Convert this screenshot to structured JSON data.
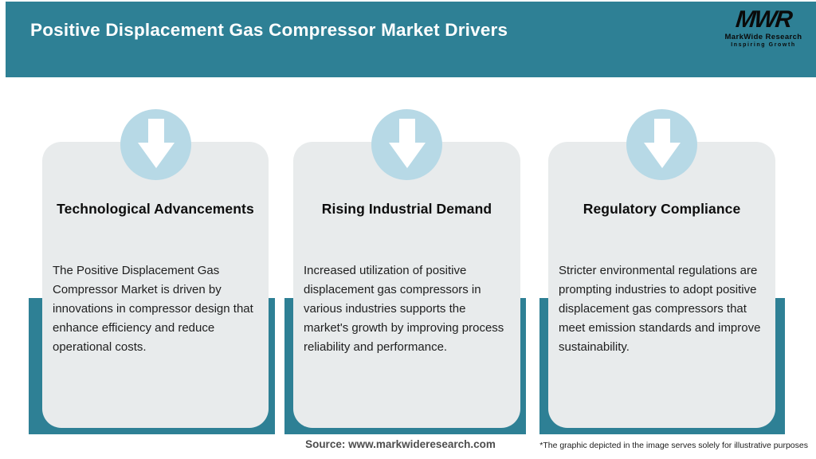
{
  "header": {
    "title": "Positive Displacement Gas Compressor Market Drivers",
    "logo": {
      "acronym": "MWR",
      "name": "MarkWide Research",
      "tagline": "Inspiring Growth"
    }
  },
  "cards": [
    {
      "title": "Technological Advancements",
      "body": "The Positive Displacement Gas Compressor Market is driven by innovations in compressor design that enhance efficiency and reduce operational costs."
    },
    {
      "title": "Rising Industrial Demand",
      "body": "Increased utilization of positive displacement gas compressors in various industries supports the market's growth by improving process reliability and performance."
    },
    {
      "title": "Regulatory Compliance",
      "body": "Stricter environmental regulations are prompting industries to adopt positive displacement gas compressors that meet emission standards and improve sustainability."
    }
  ],
  "footer": {
    "source": "Source: www.markwideresearch.com",
    "disclaimer": "*The graphic depicted in the image serves solely for illustrative purposes"
  },
  "colors": {
    "teal": "#2e8095",
    "light_blue": "#b7d9e6",
    "card_bg": "#e8ebec"
  }
}
